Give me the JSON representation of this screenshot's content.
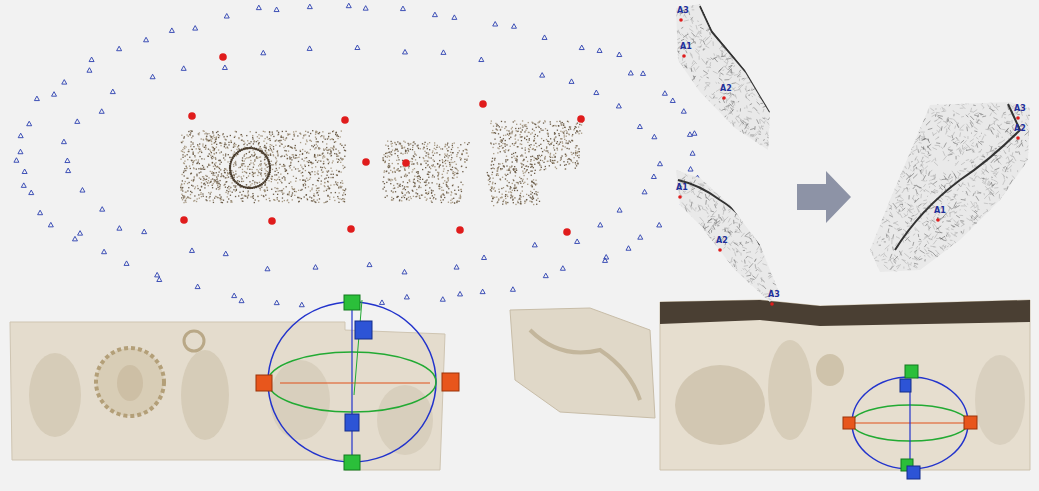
{
  "diagram": {
    "labels": [
      "A3",
      "A1",
      "A2",
      "A1",
      "A2",
      "A3",
      "A3",
      "A2",
      "A1"
    ]
  }
}
